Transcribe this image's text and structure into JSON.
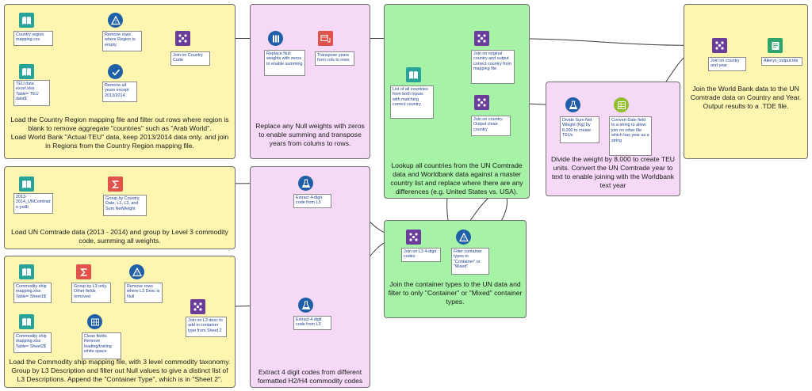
{
  "colors": {
    "container_yellow": "#fdf6b1",
    "container_pink": "#f6d9f6",
    "container_green": "#a6f2a6",
    "input_tool": "#29a39a",
    "filter_tool": "#1f5fa8",
    "join_tool": "#6a3d9a",
    "summarize_tool": "#e1524a",
    "transpose_tool": "#e1524a",
    "formula_tool": "#1f5fa8",
    "select_tool": "#1f5fa8",
    "output_tool": "#2ea36b"
  },
  "containers": [
    {
      "id": "c1",
      "text": "Load the Country Region mapping file and filter out rows where region is blank to remove aggregate \"countries\" such as \"Arab World\".\nLoad World Bank \"Actual TEU\" data, keep 2013/2014 data only. and join in Regions from the Country Region mapping file."
    },
    {
      "id": "c2",
      "text": "Replace any Null weights with zeros to enable summing and transpose years from colums to rows."
    },
    {
      "id": "c3",
      "text": "Lookup all countries from the UN Comtrade data and Worldbank data against a master country list and replace where there are any differences (e.g. United States vs. USA)."
    },
    {
      "id": "c4",
      "text": "Divide the weight by 8,000 to create TEU units.  Convert the UN Comtrade year to text to enable joining with the Worldbank text year"
    },
    {
      "id": "c5",
      "text": "Join the World Bank data to the UN Comtrade data on Country and Year. Output results to a .TDE file."
    },
    {
      "id": "c6",
      "text": "Load UN Comtrade data (2013 - 2014) and group by Level 3 commodity code, summing all weights."
    },
    {
      "id": "c7",
      "text": "Extract 4 digit codes from different formatted H2/H4 commodity codes"
    },
    {
      "id": "c8",
      "text": "Join the container types to the UN data and filter to only \"Container\" or \"Mixed\" container types."
    },
    {
      "id": "c9",
      "text": "Load the Commodity ship mapping file, with 3 level commodity taxonomy. Group by L3 Description and filter out Null values to give a distinct list of L3 Descriptions.  Append the \"Container Type\", which is in \"Sheet 2\"."
    }
  ],
  "tools": [
    {
      "id": "t1",
      "icon": "input-book",
      "label": "Country region mapping.csv"
    },
    {
      "id": "t2",
      "icon": "filter-triangle",
      "label": "Remove rows where Region is empty."
    },
    {
      "id": "t3",
      "icon": "input-book",
      "label": "TEU data excel.xlsx Table=`TEU data$`"
    },
    {
      "id": "t4",
      "icon": "filter-check",
      "label": "Remove all years except 2013/2014."
    },
    {
      "id": "t5",
      "icon": "join",
      "label": "Join on Country Code"
    },
    {
      "id": "t6",
      "icon": "multi-field-formula",
      "label": "Replace Null weights with zeros to enable summing"
    },
    {
      "id": "t7",
      "icon": "transpose",
      "label": "Transpose years from cols to rows"
    },
    {
      "id": "t8",
      "icon": "input-book",
      "label": "List of all countries from both inputs with matching correct country"
    },
    {
      "id": "t9",
      "icon": "join",
      "label": "Join on original country and output correct country from mapping file"
    },
    {
      "id": "t10",
      "icon": "join",
      "label": "Join on country. Output clean country"
    },
    {
      "id": "t11",
      "icon": "formula-flask",
      "label": "Divide Sum Net Wieght (Kg) by 8,000 to create TEUs"
    },
    {
      "id": "t12",
      "icon": "select-convert",
      "label": "Convert Date field to a string to allow join on other file which has year as a string"
    },
    {
      "id": "t13",
      "icon": "join",
      "label": "Join on country and year"
    },
    {
      "id": "t14",
      "icon": "output-book",
      "label": "Alteryx_output.tde"
    },
    {
      "id": "t15",
      "icon": "input-book",
      "label": "2013-2014_UNComtrade.yxdb"
    },
    {
      "id": "t16",
      "icon": "summarize-sigma",
      "label": "Group by Country, Date, L1, L3, and Sum NetWeight"
    },
    {
      "id": "t17",
      "icon": "formula-flask",
      "label": "Extract 4-digit code from L3"
    },
    {
      "id": "t18",
      "icon": "join",
      "label": "Join on L3 4-digit codes"
    },
    {
      "id": "t19",
      "icon": "filter-triangle",
      "label": "Filter container types to \"Container\" or \"Mixed\""
    },
    {
      "id": "t20",
      "icon": "input-book",
      "label": "Commodity ship mapping.xlsx Table=`Sheet1$`"
    },
    {
      "id": "t21",
      "icon": "summarize-sigma",
      "label": "Group by L3 only. Other fields removed"
    },
    {
      "id": "t22",
      "icon": "filter-triangle",
      "label": "Remove rows where L3 Desc is Null"
    },
    {
      "id": "t23",
      "icon": "join",
      "label": "Join on L3 desc to add in container type from Sheet 2"
    },
    {
      "id": "t24",
      "icon": "input-book",
      "label": "Commodity ship mapping.xlsx Table=`Sheet2$`"
    },
    {
      "id": "t25",
      "icon": "data-cleansing",
      "label": "Clean fields. Remove leading/trailing white space"
    },
    {
      "id": "t26",
      "icon": "formula-flask",
      "label": "Extract 4 digit code from L3"
    }
  ],
  "connections": [
    [
      "t1",
      "t2"
    ],
    [
      "t2",
      "t5"
    ],
    [
      "t3",
      "t4"
    ],
    [
      "t4",
      "t5"
    ],
    [
      "t5",
      "t6"
    ],
    [
      "t6",
      "t7"
    ],
    [
      "t7",
      "t9"
    ],
    [
      "t8",
      "t9"
    ],
    [
      "t8",
      "t10"
    ],
    [
      "t9",
      "t13"
    ],
    [
      "t10",
      "t11"
    ],
    [
      "t11",
      "t12"
    ],
    [
      "t12",
      "t13"
    ],
    [
      "t13",
      "t14"
    ],
    [
      "t15",
      "t16"
    ],
    [
      "t16",
      "t17"
    ],
    [
      "t17",
      "t18"
    ],
    [
      "t18",
      "t19"
    ],
    [
      "t19",
      "t10"
    ],
    [
      "t20",
      "t21"
    ],
    [
      "t21",
      "t22"
    ],
    [
      "t22",
      "t23"
    ],
    [
      "t24",
      "t25"
    ],
    [
      "t25",
      "t23"
    ],
    [
      "t23",
      "t26"
    ],
    [
      "t26",
      "t18"
    ]
  ]
}
